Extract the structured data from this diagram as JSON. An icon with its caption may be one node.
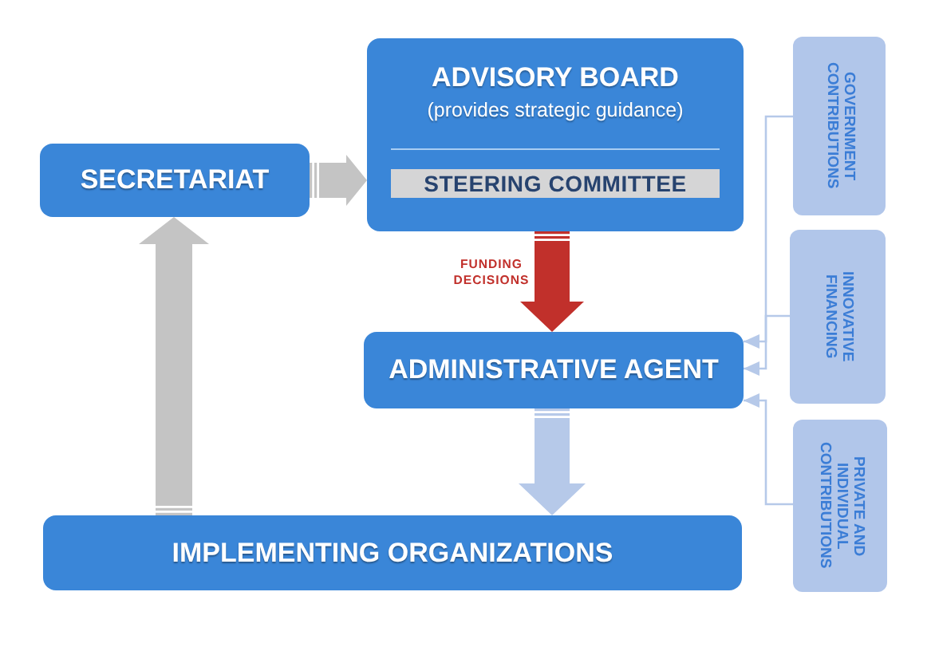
{
  "diagram": {
    "nodes": [
      {
        "text": [
          "SECRETARIAT"
        ]
      },
      {
        "text": [
          "ADVISORY BOARD",
          "(provides strategic guidance)"
        ]
      },
      {
        "text": [
          "STEERING COMMITTEE"
        ],
        "in": 1
      },
      {
        "text": [
          "ADMINISTRATIVE AGENT"
        ]
      },
      {
        "text": [
          "IMPLEMENTING ORGANIZATIONS"
        ]
      },
      {
        "text": [
          "GOVERNMENT CONTRIBUTIONS"
        ]
      },
      {
        "text": [
          "INNOVATIVE FINANCING"
        ]
      },
      {
        "text": [
          "PRIVATE AND INDIVIDUAL CONTRIBUTIONS"
        ]
      }
    ],
    "edges": [
      {
        "from": 0,
        "to": 1,
        "arrow": "to",
        "color": "#c4c4c4"
      },
      {
        "from": 1,
        "to": 3,
        "arrow": "to",
        "color": "#c1302b",
        "label": "FUNDING DECISIONS"
      },
      {
        "from": 3,
        "to": 4,
        "arrow": "to"
      },
      {
        "from": 4,
        "to": 0,
        "arrow": "to",
        "color": "#c4c4c4"
      },
      {
        "from": 5,
        "to": 3,
        "arrow": "to"
      },
      {
        "from": 6,
        "to": 3,
        "arrow": "to"
      },
      {
        "from": 7,
        "to": 3,
        "arrow": "to"
      }
    ]
  }
}
